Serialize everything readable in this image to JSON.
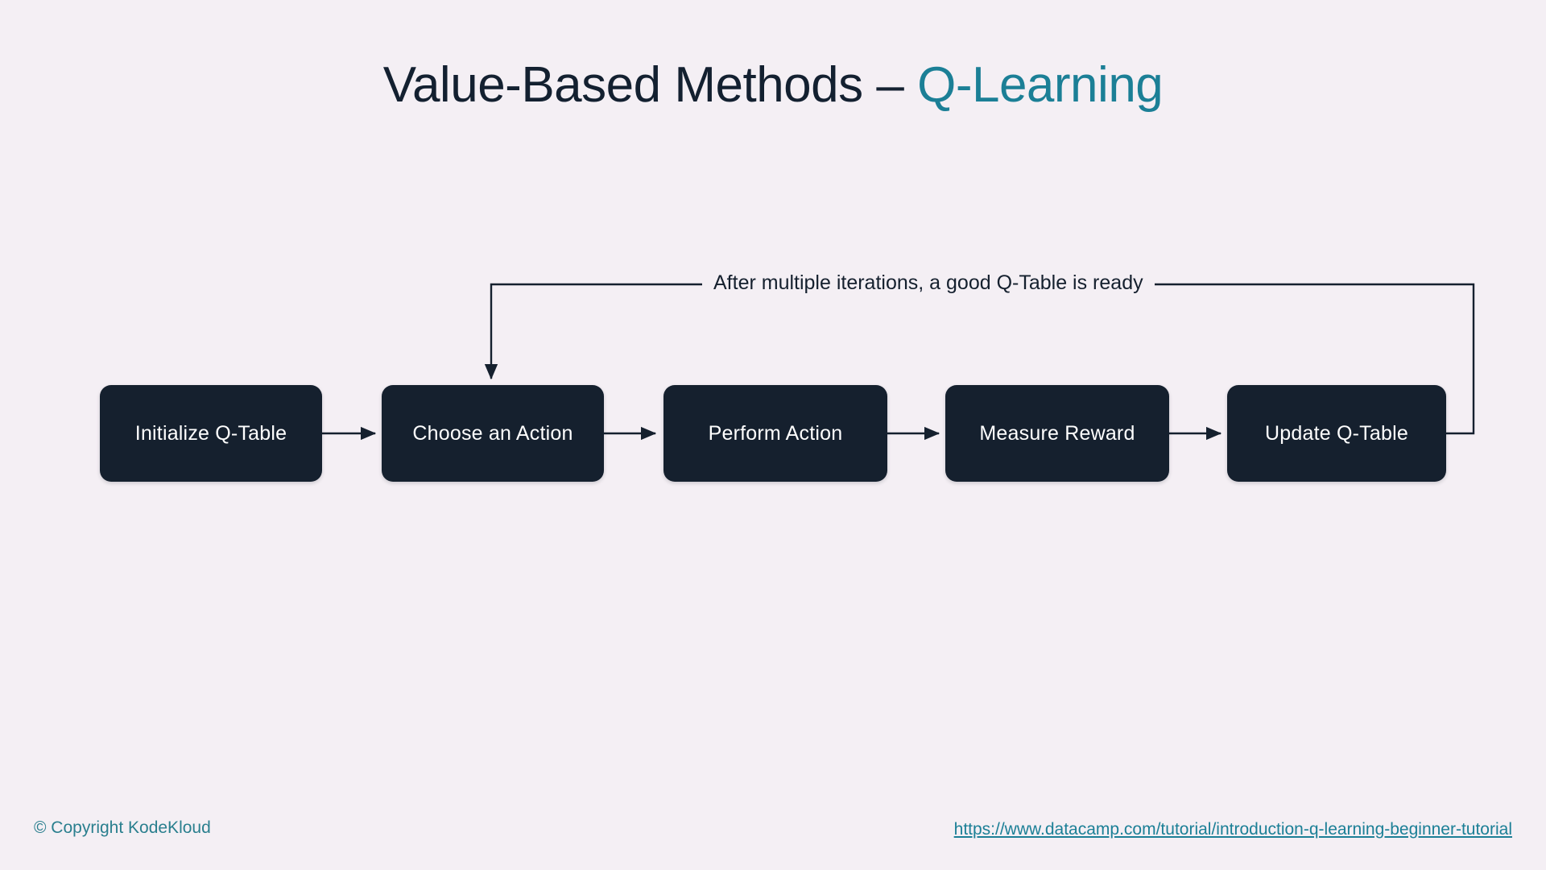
{
  "slide": {
    "background_color": "#f4eff4",
    "title": {
      "main": "Value-Based Methods ",
      "dash": "– ",
      "accent": "Q-Learning",
      "accent_color": "#1b7f96",
      "main_color": "#132030"
    }
  },
  "diagram": {
    "type": "flowchart",
    "node_fill": "#15202e",
    "node_text_color": "#ffffff",
    "connector_color": "#15202e",
    "nodes": [
      {
        "id": "init",
        "label": "Initialize Q-Table"
      },
      {
        "id": "choose",
        "label": "Choose an Action"
      },
      {
        "id": "perform",
        "label": "Perform Action"
      },
      {
        "id": "measure",
        "label": "Measure Reward"
      },
      {
        "id": "update",
        "label": "Update Q-Table"
      }
    ],
    "feedback_label": "After multiple iterations, a good Q-Table is ready"
  },
  "footer": {
    "copyright": "© Copyright KodeKloud",
    "source_url": "https://www.datacamp.com/tutorial/introduction-q-learning-beginner-tutorial"
  }
}
